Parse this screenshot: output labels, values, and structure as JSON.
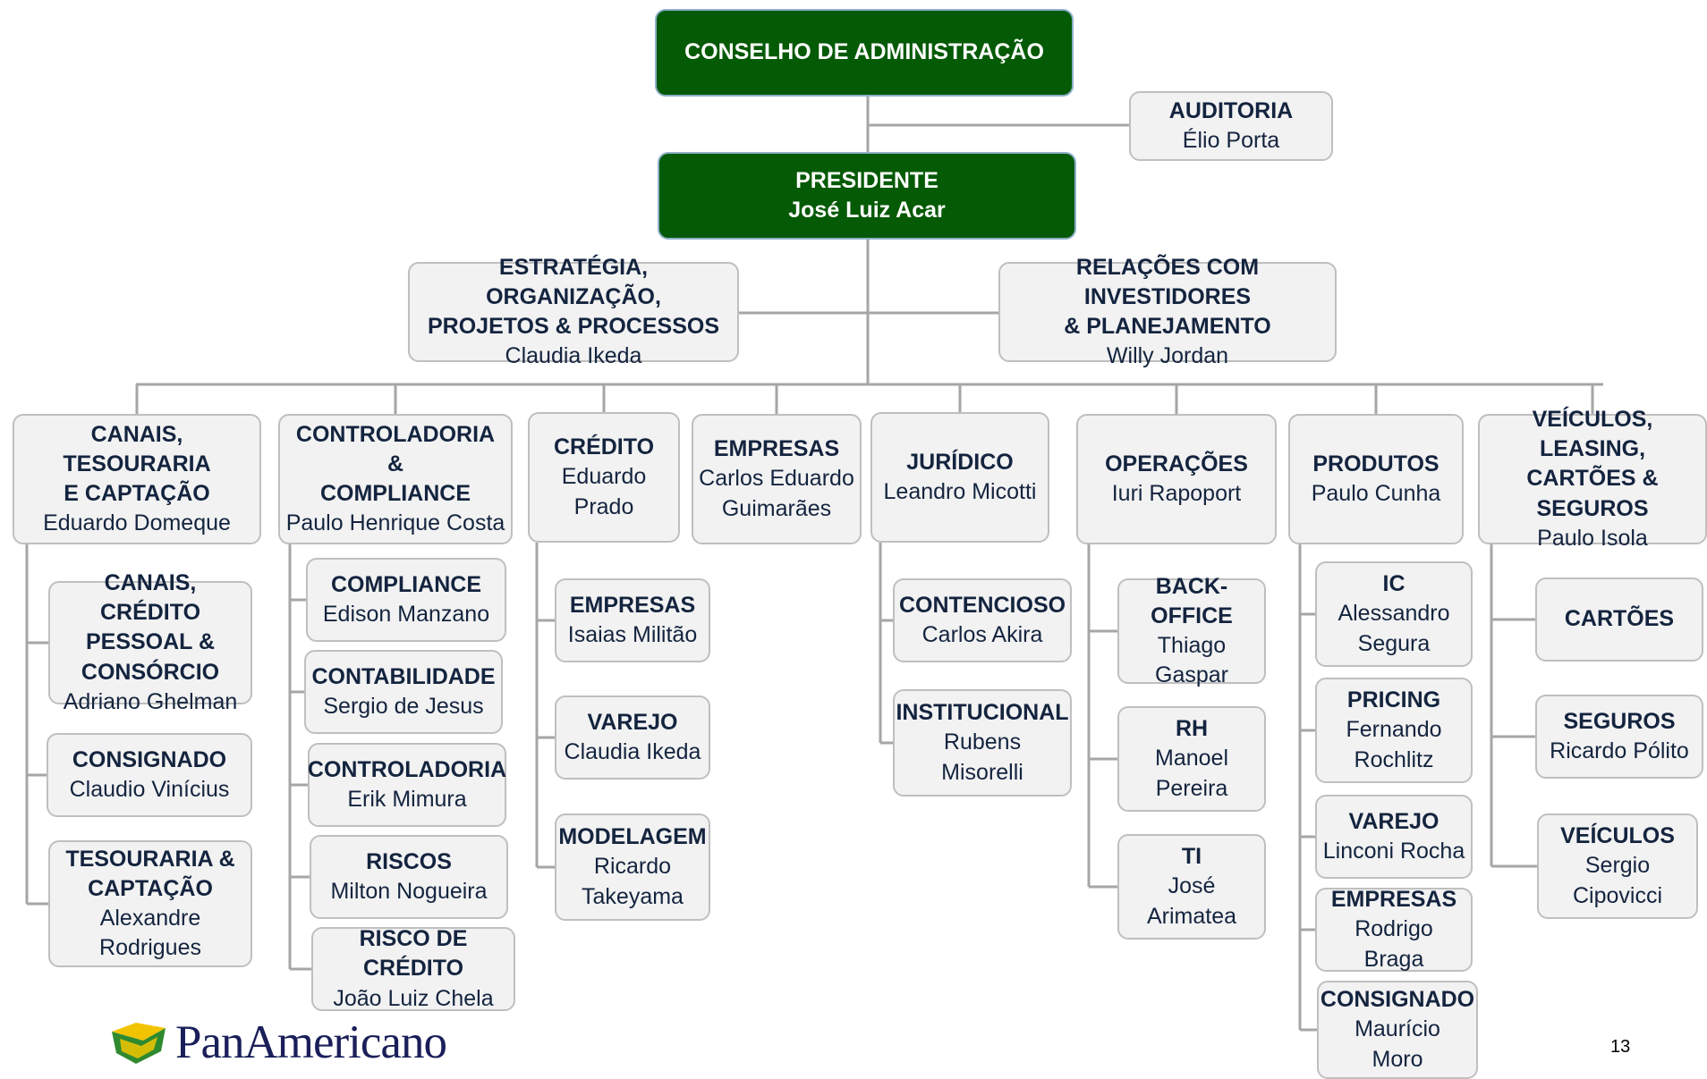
{
  "board": {
    "title": "CONSELHO DE ADMINISTRAÇÃO"
  },
  "audit": {
    "title": "AUDITORIA",
    "name": "Élio Porta"
  },
  "president": {
    "title": "PRESIDENTE",
    "name": "José Luiz Acar"
  },
  "staff_left": {
    "title": "ESTRATÉGIA, ORGANIZAÇÃO,\nPROJETOS & PROCESSOS",
    "name": "Claudia Ikeda"
  },
  "staff_right": {
    "title": "RELAÇÕES COM INVESTIDORES\n& PLANEJAMENTO",
    "name": "Willy Jordan"
  },
  "departments": [
    {
      "title": "CANAIS, TESOURARIA\nE CAPTAÇÃO",
      "name": "Eduardo Domeque",
      "subs": [
        {
          "title": "CANAIS, CRÉDITO\nPESSOAL &\nCONSÓRCIO",
          "name": "Adriano Ghelman"
        },
        {
          "title": "CONSIGNADO",
          "name": "Claudio Vinícius"
        },
        {
          "title": "TESOURARIA &\nCAPTAÇÃO",
          "name": "Alexandre\nRodrigues"
        }
      ]
    },
    {
      "title": "CONTROLADORIA &\nCOMPLIANCE",
      "name": "Paulo Henrique Costa",
      "subs": [
        {
          "title": "COMPLIANCE",
          "name": "Edison Manzano"
        },
        {
          "title": "CONTABILIDADE",
          "name": "Sergio de Jesus"
        },
        {
          "title": "CONTROLADORIA",
          "name": "Erik Mimura"
        },
        {
          "title": "RISCOS",
          "name": "Milton Nogueira"
        },
        {
          "title": "RISCO DE CRÉDITO",
          "name": "João Luiz Chela"
        }
      ]
    },
    {
      "title": "CRÉDITO",
      "name": "Eduardo\nPrado",
      "subs": [
        {
          "title": "EMPRESAS",
          "name": "Isaias Militão"
        },
        {
          "title": "VAREJO",
          "name": "Claudia Ikeda"
        },
        {
          "title": "MODELAGEM",
          "name": "Ricardo\nTakeyama"
        }
      ]
    },
    {
      "title": "EMPRESAS",
      "name": "Carlos Eduardo\nGuimarães",
      "subs": []
    },
    {
      "title": "JURÍDICO",
      "name": "Leandro Micotti",
      "subs": [
        {
          "title": "CONTENCIOSO",
          "name": "Carlos Akira"
        },
        {
          "title": "INSTITUCIONAL",
          "name": "Rubens\nMisorelli"
        }
      ]
    },
    {
      "title": "OPERAÇÕES",
      "name": "Iuri Rapoport",
      "subs": [
        {
          "title": "BACK-OFFICE",
          "name": "Thiago\nGaspar"
        },
        {
          "title": "RH",
          "name": "Manoel\nPereira"
        },
        {
          "title": "TI",
          "name": "José\nArimatea"
        }
      ]
    },
    {
      "title": "PRODUTOS",
      "name": "Paulo Cunha",
      "subs": [
        {
          "title": "IC",
          "name": "Alessandro\nSegura"
        },
        {
          "title": "PRICING",
          "name": "Fernando\nRochlitz"
        },
        {
          "title": "VAREJO",
          "name": "Linconi Rocha"
        },
        {
          "title": "EMPRESAS",
          "name": "Rodrigo Braga"
        },
        {
          "title": "CONSIGNADO",
          "name": "Maurício\nMoro"
        }
      ]
    },
    {
      "title": "VEÍCULOS, LEASING,\nCARTÕES & SEGUROS",
      "name": "Paulo Isola",
      "subs": [
        {
          "title": "CARTÕES",
          "name": ""
        },
        {
          "title": "SEGUROS",
          "name": "Ricardo Pólito"
        },
        {
          "title": "VEÍCULOS",
          "name": "Sergio\nCipovicci"
        }
      ]
    }
  ],
  "logo": {
    "text": "PanAmericano",
    "colors": {
      "yellow": "#f2c400",
      "green": "#2f8a2f"
    }
  },
  "page_number": "13"
}
